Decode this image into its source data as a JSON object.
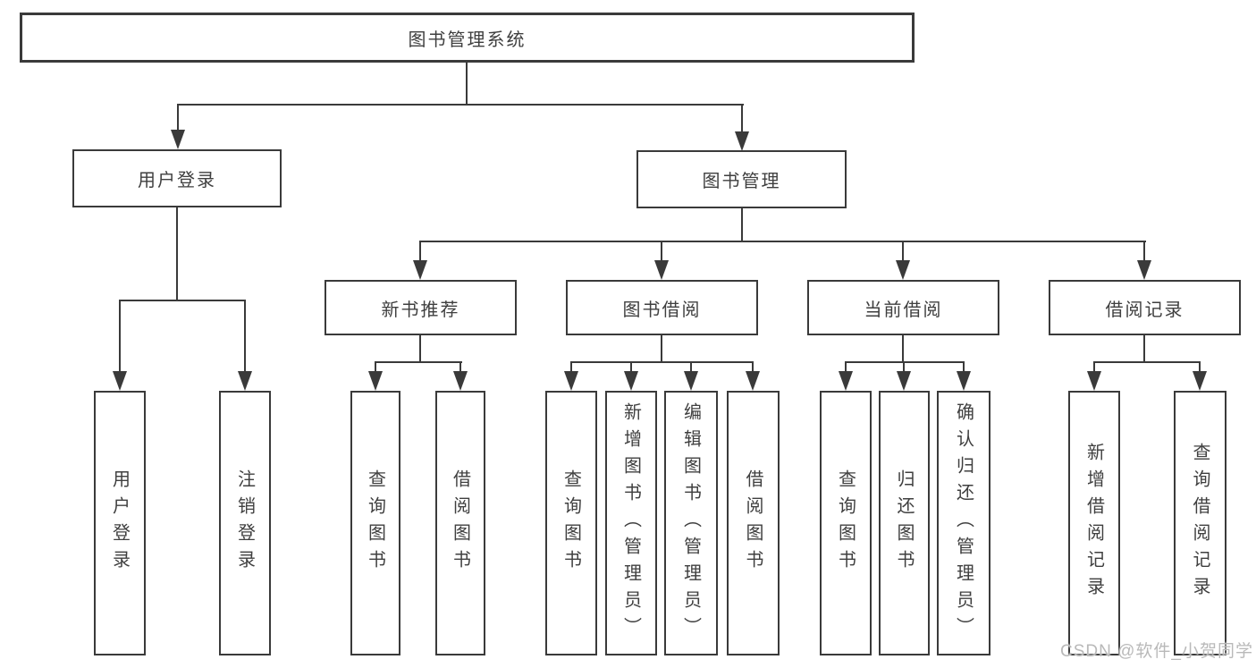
{
  "tree": {
    "root": "图书管理系统",
    "branches": [
      {
        "label": "用户登录",
        "children": [
          {
            "label": "用户登录"
          },
          {
            "label": "注销登录"
          }
        ]
      },
      {
        "label": "图书管理",
        "children": [
          {
            "label": "新书推荐",
            "children": [
              {
                "label": "查询图书"
              },
              {
                "label": "借阅图书"
              }
            ]
          },
          {
            "label": "图书借阅",
            "children": [
              {
                "label": "查询图书"
              },
              {
                "label": "新增图书（管理员）"
              },
              {
                "label": "编辑图书（管理员）"
              },
              {
                "label": "借阅图书"
              }
            ]
          },
          {
            "label": "当前借阅",
            "children": [
              {
                "label": "查询图书"
              },
              {
                "label": "归还图书"
              },
              {
                "label": "确认归还（管理员）"
              }
            ]
          },
          {
            "label": "借阅记录",
            "children": [
              {
                "label": "新增借阅记录"
              },
              {
                "label": "查询借阅记录"
              }
            ]
          }
        ]
      }
    ]
  },
  "watermark": {
    "text": "CSDN @软件_小贺同学"
  },
  "colors": {
    "line": "#3a3a3a",
    "text": "#3f3f3f",
    "watermark": "#b9b9b9",
    "background": "#ffffff"
  }
}
